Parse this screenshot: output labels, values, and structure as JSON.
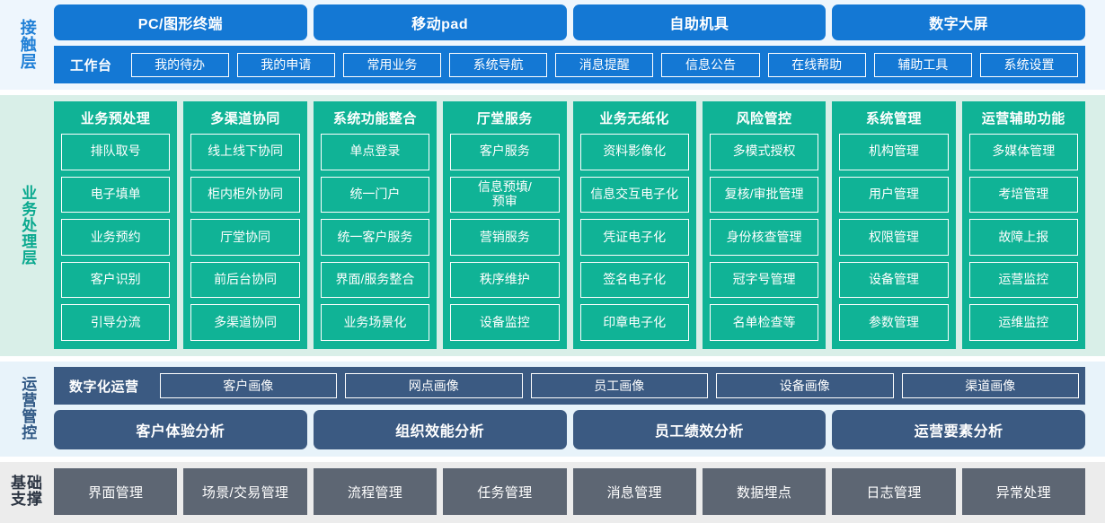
{
  "colors": {
    "contact_bg": "#eef6fd",
    "contact_blue": "#1478d4",
    "business_bg": "#d9efe8",
    "business_teal": "#10b396",
    "ops_bg": "#e8f3fa",
    "ops_slate": "#3b5a82",
    "base_bg": "#ececec",
    "base_gray": "#5d6673",
    "text_white": "#ffffff"
  },
  "layers": {
    "contact": {
      "label": "接触层",
      "channels": [
        {
          "label": "PC/图形终端"
        },
        {
          "label": "移动pad"
        },
        {
          "label": "自助机具"
        },
        {
          "label": "数字大屏"
        }
      ],
      "workbench": {
        "title": "工作台",
        "items": [
          {
            "label": "我的待办"
          },
          {
            "label": "我的申请"
          },
          {
            "label": "常用业务"
          },
          {
            "label": "系统导航"
          },
          {
            "label": "消息提醒"
          },
          {
            "label": "信息公告"
          },
          {
            "label": "在线帮助"
          },
          {
            "label": "辅助工具"
          },
          {
            "label": "系统设置"
          }
        ]
      }
    },
    "business": {
      "label": "业务处理层",
      "columns": [
        {
          "title": "业务预处理",
          "items": [
            {
              "label": "排队取号"
            },
            {
              "label": "电子填单"
            },
            {
              "label": "业务预约"
            },
            {
              "label": "客户识别"
            },
            {
              "label": "引导分流"
            }
          ]
        },
        {
          "title": "多渠道协同",
          "items": [
            {
              "label": "线上线下协同"
            },
            {
              "label": "柜内柜外协同"
            },
            {
              "label": "厅堂协同"
            },
            {
              "label": "前后台协同"
            },
            {
              "label": "多渠道协同"
            }
          ]
        },
        {
          "title": "系统功能整合",
          "items": [
            {
              "label": "单点登录"
            },
            {
              "label": "统一门户"
            },
            {
              "label": "统一客户服务"
            },
            {
              "label": "界面/服务整合"
            },
            {
              "label": "业务场景化"
            }
          ]
        },
        {
          "title": "厅堂服务",
          "items": [
            {
              "label": "客户服务"
            },
            {
              "label": "信息预填/\n预审"
            },
            {
              "label": "营销服务"
            },
            {
              "label": "秩序维护"
            },
            {
              "label": "设备监控"
            }
          ]
        },
        {
          "title": "业务无纸化",
          "items": [
            {
              "label": "资料影像化"
            },
            {
              "label": "信息交互电子化"
            },
            {
              "label": "凭证电子化"
            },
            {
              "label": "签名电子化"
            },
            {
              "label": "印章电子化"
            }
          ]
        },
        {
          "title": "风险管控",
          "items": [
            {
              "label": "多模式授权"
            },
            {
              "label": "复核/审批管理"
            },
            {
              "label": "身份核查管理"
            },
            {
              "label": "冠字号管理"
            },
            {
              "label": "名单检查等"
            }
          ]
        },
        {
          "title": "系统管理",
          "items": [
            {
              "label": "机构管理"
            },
            {
              "label": "用户管理"
            },
            {
              "label": "权限管理"
            },
            {
              "label": "设备管理"
            },
            {
              "label": "参数管理"
            }
          ]
        },
        {
          "title": "运营辅助功能",
          "items": [
            {
              "label": "多媒体管理"
            },
            {
              "label": "考培管理"
            },
            {
              "label": "故障上报"
            },
            {
              "label": "运营监控"
            },
            {
              "label": "运维监控"
            }
          ]
        }
      ]
    },
    "ops": {
      "label": "运营管控",
      "digital": {
        "title": "数字化运营",
        "items": [
          {
            "label": "客户画像"
          },
          {
            "label": "网点画像"
          },
          {
            "label": "员工画像"
          },
          {
            "label": "设备画像"
          },
          {
            "label": "渠道画像"
          }
        ]
      },
      "analysis": [
        {
          "label": "客户体验分析"
        },
        {
          "label": "组织效能分析"
        },
        {
          "label": "员工绩效分析"
        },
        {
          "label": "运营要素分析"
        }
      ]
    },
    "base": {
      "label_line1": "基础",
      "label_line2": "支撑",
      "items": [
        {
          "label": "界面管理"
        },
        {
          "label": "场景/交易管理"
        },
        {
          "label": "流程管理"
        },
        {
          "label": "任务管理"
        },
        {
          "label": "消息管理"
        },
        {
          "label": "数据埋点"
        },
        {
          "label": "日志管理"
        },
        {
          "label": "异常处理"
        }
      ]
    }
  }
}
